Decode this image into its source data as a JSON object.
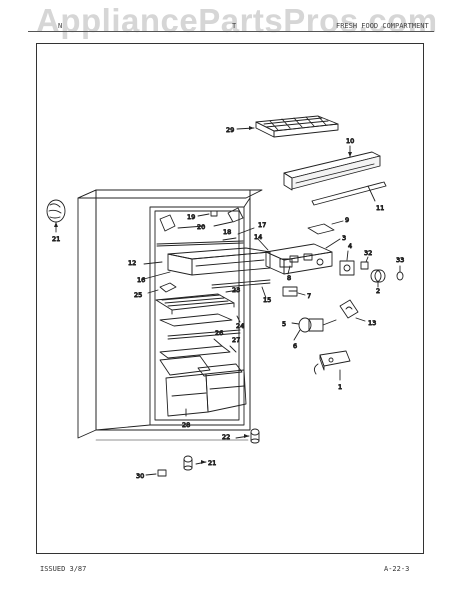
{
  "watermark": "AppliancePartsPros.com",
  "header": {
    "left": "N",
    "mid": "T",
    "right": "FRESH FOOD COMPARTMENT"
  },
  "footer": {
    "issued": "ISSUED 3/87",
    "page": "A-22-3"
  },
  "parts": [
    "29",
    "10",
    "11",
    "9",
    "19",
    "20",
    "18",
    "17",
    "14",
    "3",
    "4",
    "32",
    "33",
    "12",
    "8",
    "2",
    "16",
    "23",
    "15",
    "7",
    "25",
    "24",
    "13",
    "26",
    "5",
    "6",
    "27",
    "1",
    "28",
    "22",
    "21",
    "30",
    "21"
  ],
  "colors": {
    "line": "#222222",
    "watermark": "#d6d6d6"
  }
}
